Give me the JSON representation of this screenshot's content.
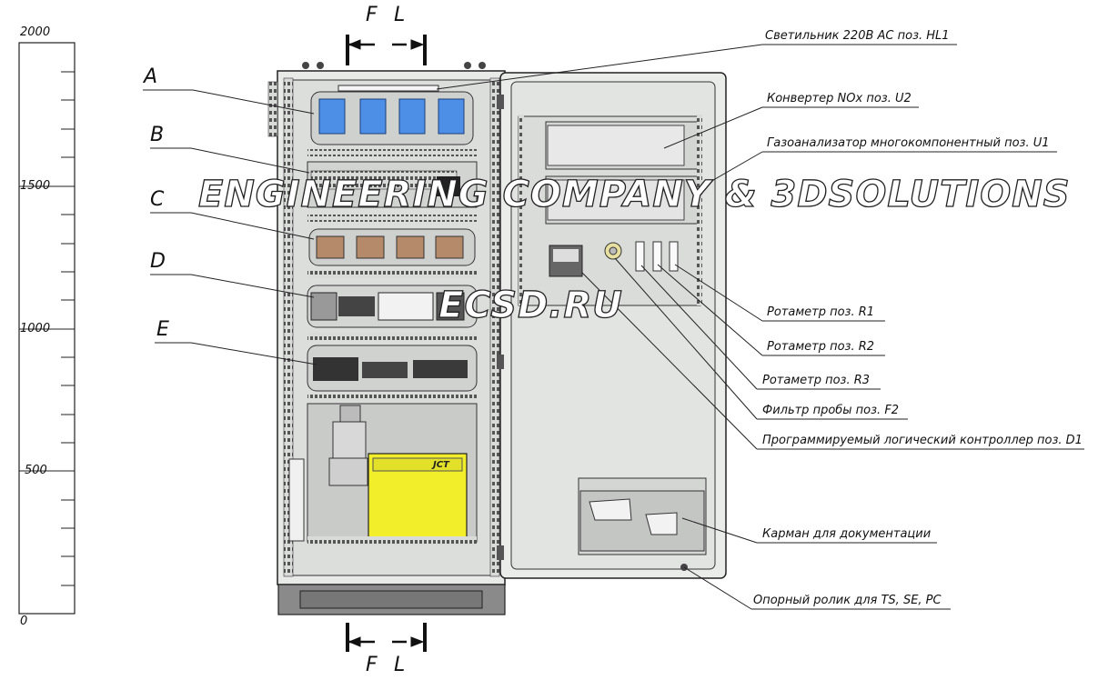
{
  "scale": {
    "ticks": [
      "2000",
      "1500",
      "1000",
      "500",
      "0"
    ]
  },
  "section_marks": {
    "top": [
      "F",
      "L"
    ],
    "bottom": [
      "F",
      "L"
    ]
  },
  "sections": [
    "A",
    "B",
    "C",
    "D",
    "E"
  ],
  "callouts": [
    "Светильник 220В AC поз. HL1",
    "Конвертер NOx поз. U2",
    "Газоанализатор многокомпонентный поз. U1",
    "Ротаметр поз. R1",
    "Ротаметр поз. R2",
    "Ротаметр поз. R3",
    "Фильтр пробы поз. F2",
    "Программируемый логический контроллер поз. D1",
    "Карман для документации",
    "Опорный ролик для TS, SE, PC"
  ],
  "device_label": "JCT",
  "watermark": {
    "line1": "ENGINEERING COMPANY & 3DSOLUTIONS",
    "line2": "ECSD.RU"
  },
  "colors": {
    "breaker_blue": "#4d8fe6",
    "unit_yellow": "#f2ef2a",
    "cabinet_gray": "#e6e8e6"
  }
}
